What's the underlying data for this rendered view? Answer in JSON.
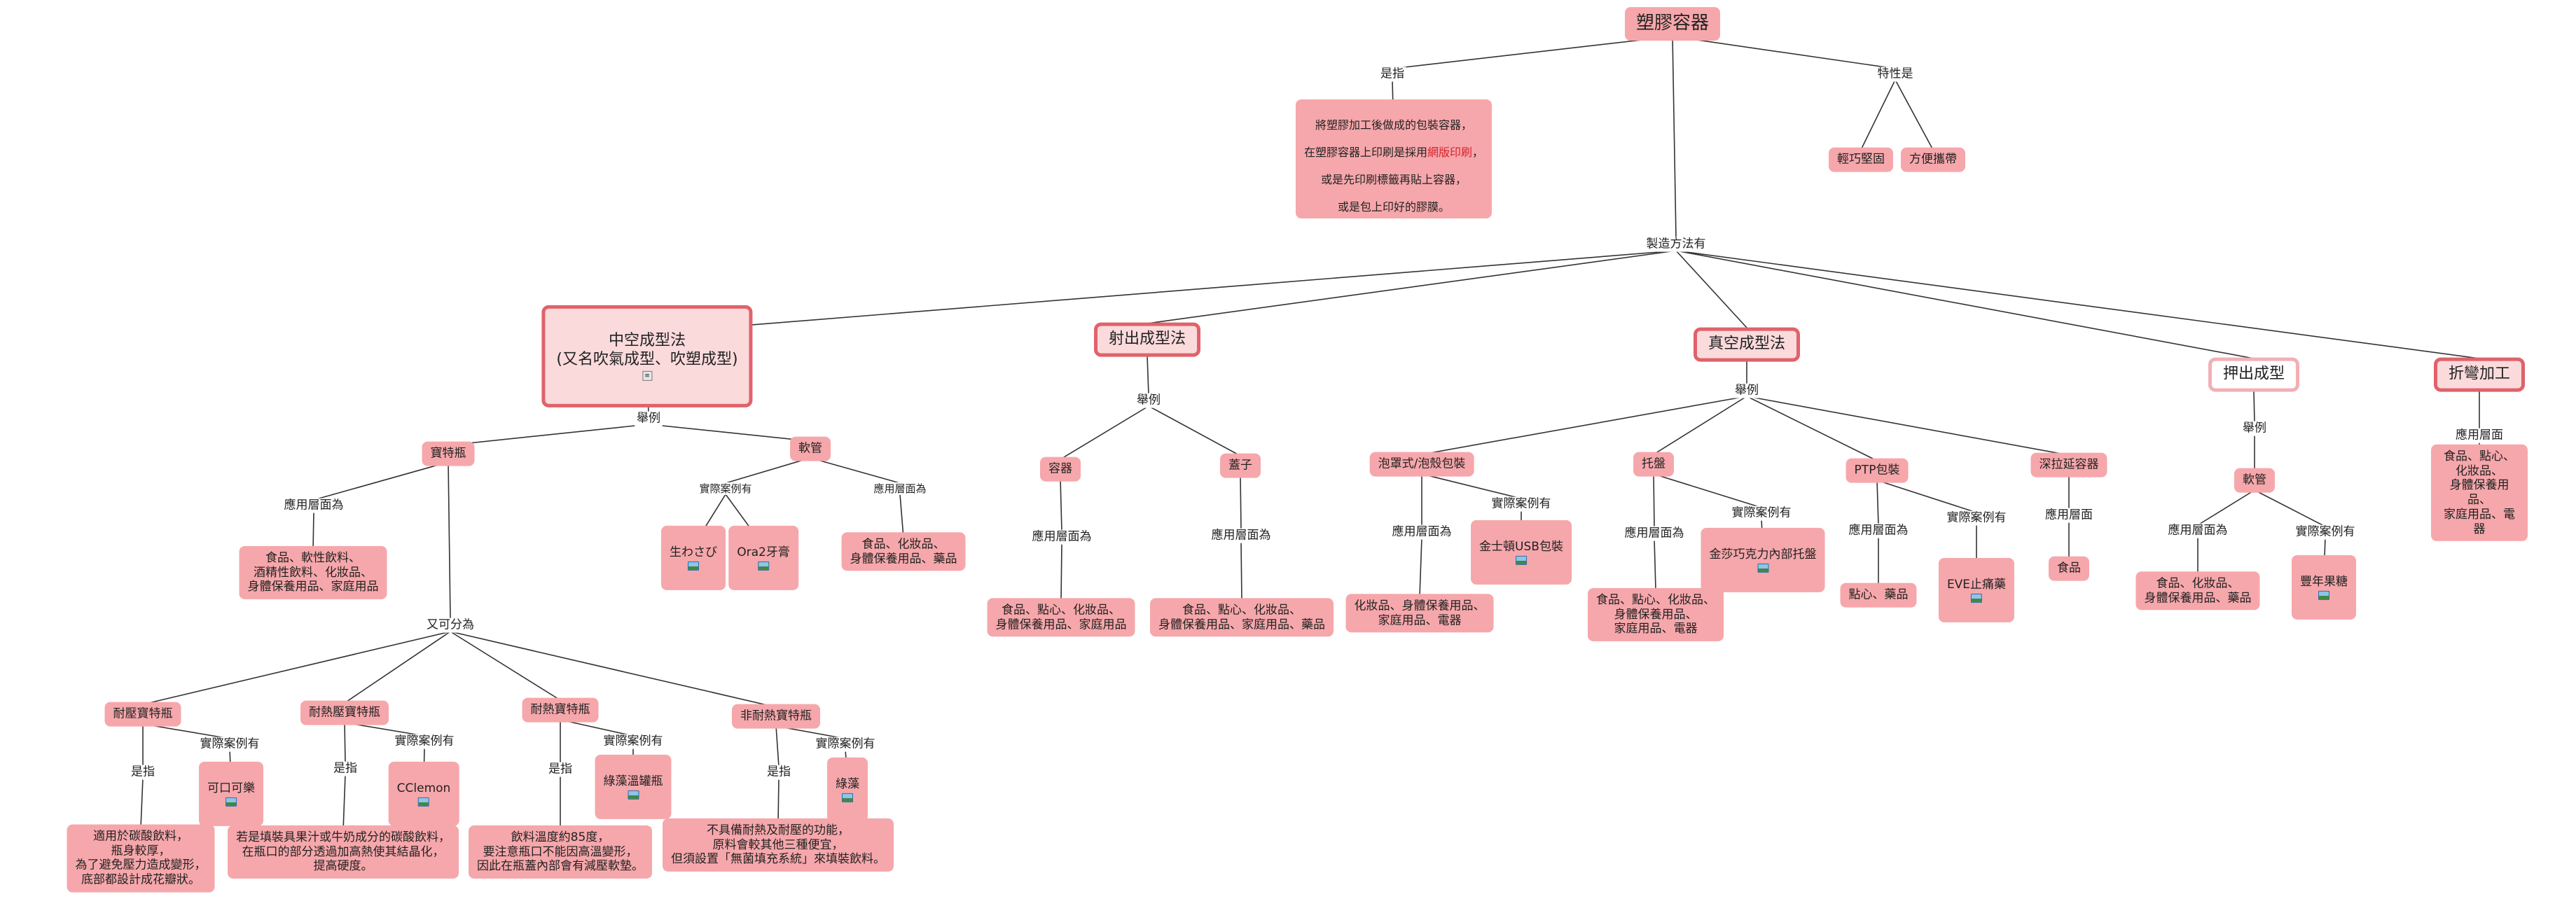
{
  "nodes": {
    "root": "塑膠容器",
    "is_lbl": "是指",
    "def_a": "將塑膠加工後做成的包裝容器，",
    "def_b": "在塑膠容器上印刷是採用",
    "def_red": "網版印刷",
    "def_c": "，",
    "def_d": "或是先印刷標籤再貼上容器，",
    "def_e": "或是包上印好的膠膜。",
    "prop_lbl": "特性是",
    "prop1": "輕巧堅固",
    "prop2": "方便攜帶",
    "mfg_lbl": "製造方法有",
    "m1": "中空成型法\n(又名吹氣成型、吹塑成型)",
    "m2": "射出成型法",
    "m3": "真空成型法",
    "m4": "押出成型",
    "m5": "折彎加工",
    "m1_ex": "舉例",
    "b1": "寶特瓶",
    "b1_use_lbl": "應用層面為",
    "b1_use": "食品、軟性飲料、\n酒精性飲料、化妝品、\n身體保養用品、家庭用品",
    "b1_sub_lbl": "又可分為",
    "b2": "軟管",
    "b2_case_lbl": "實際案例有",
    "b2_c1": "生わさび",
    "b2_c2": "Ora2牙膏",
    "b2_use_lbl": "應用層面為",
    "b2_use": "食品、化妝品、\n身體保養用品、藥品",
    "p1": "耐壓寶特瓶",
    "p1_is": "是指",
    "p1_def": "適用於碳酸飲料，\n瓶身較厚，\n為了避免壓力造成變形，\n底部都設計成花瓣狀。",
    "p1_case_lbl": "實際案例有",
    "p1_case": "可口可樂",
    "p2": "耐熱壓寶特瓶",
    "p2_is": "是指",
    "p2_def": "若是填裝具果汁或牛奶成分的碳酸飲料，\n在瓶口的部分透過加高熱使其結晶化，\n提高硬度。",
    "p2_case_lbl": "實際案例有",
    "p2_case": "CClemon",
    "p3": "耐熱寶特瓶",
    "p3_is": "是指",
    "p3_def": "飲料溫度約85度，\n要注意瓶口不能因高溫變形，\n因此在瓶蓋內部會有減壓軟墊。",
    "p3_case_lbl": "實際案例有",
    "p3_case": "綠藻溫罐瓶",
    "p4": "非耐熱寶特瓶",
    "p4_is": "是指",
    "p4_def": "不具備耐熱及耐壓的功能，\n原料會較其他三種便宜，\n但須設置「無菌填充系統」來填裝飲料。",
    "p4_case_lbl": "實際案例有",
    "p4_case": "綠藻",
    "m2_ex": "舉例",
    "i1": "容器",
    "i1_use_lbl": "應用層面為",
    "i1_use": "食品、點心、化妝品、\n身體保養用品、家庭用品",
    "i2": "蓋子",
    "i2_use_lbl": "應用層面為",
    "i2_use": "食品、點心、化妝品、\n身體保養用品、家庭用品、藥品",
    "m3_ex": "舉例",
    "v1": "泡罩式/泡殼包裝",
    "v1_use_lbl": "應用層面為",
    "v1_use": "化妝品、身體保養用品、\n家庭用品、電器",
    "v1_case_lbl": "實際案例有",
    "v1_case": "金士頓USB包裝",
    "v2": "托盤",
    "v2_use_lbl": "應用層面為",
    "v2_use": "食品、點心、化妝品、\n身體保養用品、\n家庭用品、電器",
    "v2_case_lbl": "實際案例有",
    "v2_case": "金莎巧克力內部托盤",
    "v3": "PTP包裝",
    "v3_use_lbl": "應用層面為",
    "v3_use": "點心、藥品",
    "v3_case_lbl": "實際案例有",
    "v3_case": "EVE止痛藥",
    "v4": "深拉延容器",
    "v4_use_lbl": "應用層面",
    "v4_use": "食品",
    "m4_ex": "舉例",
    "e1": "軟管",
    "e1_use_lbl": "應用層面為",
    "e1_use": "食品、化妝品、\n身體保養用品、藥品",
    "e1_case_lbl": "實際案例有",
    "e1_case": "豐年果糖",
    "m5_use_lbl": "應用層面",
    "m5_use": "食品、點心、化妝品、\n身體保養用品、\n家庭用品、電器"
  },
  "icons": {
    "image": "image-icon",
    "note": "note-icon"
  },
  "colors": {
    "node_fill": "#f6a7ab",
    "main_border": "#e0626a",
    "light_border": "#f2b0b4",
    "highlight_text": "#d5222c",
    "line": "#333333"
  }
}
